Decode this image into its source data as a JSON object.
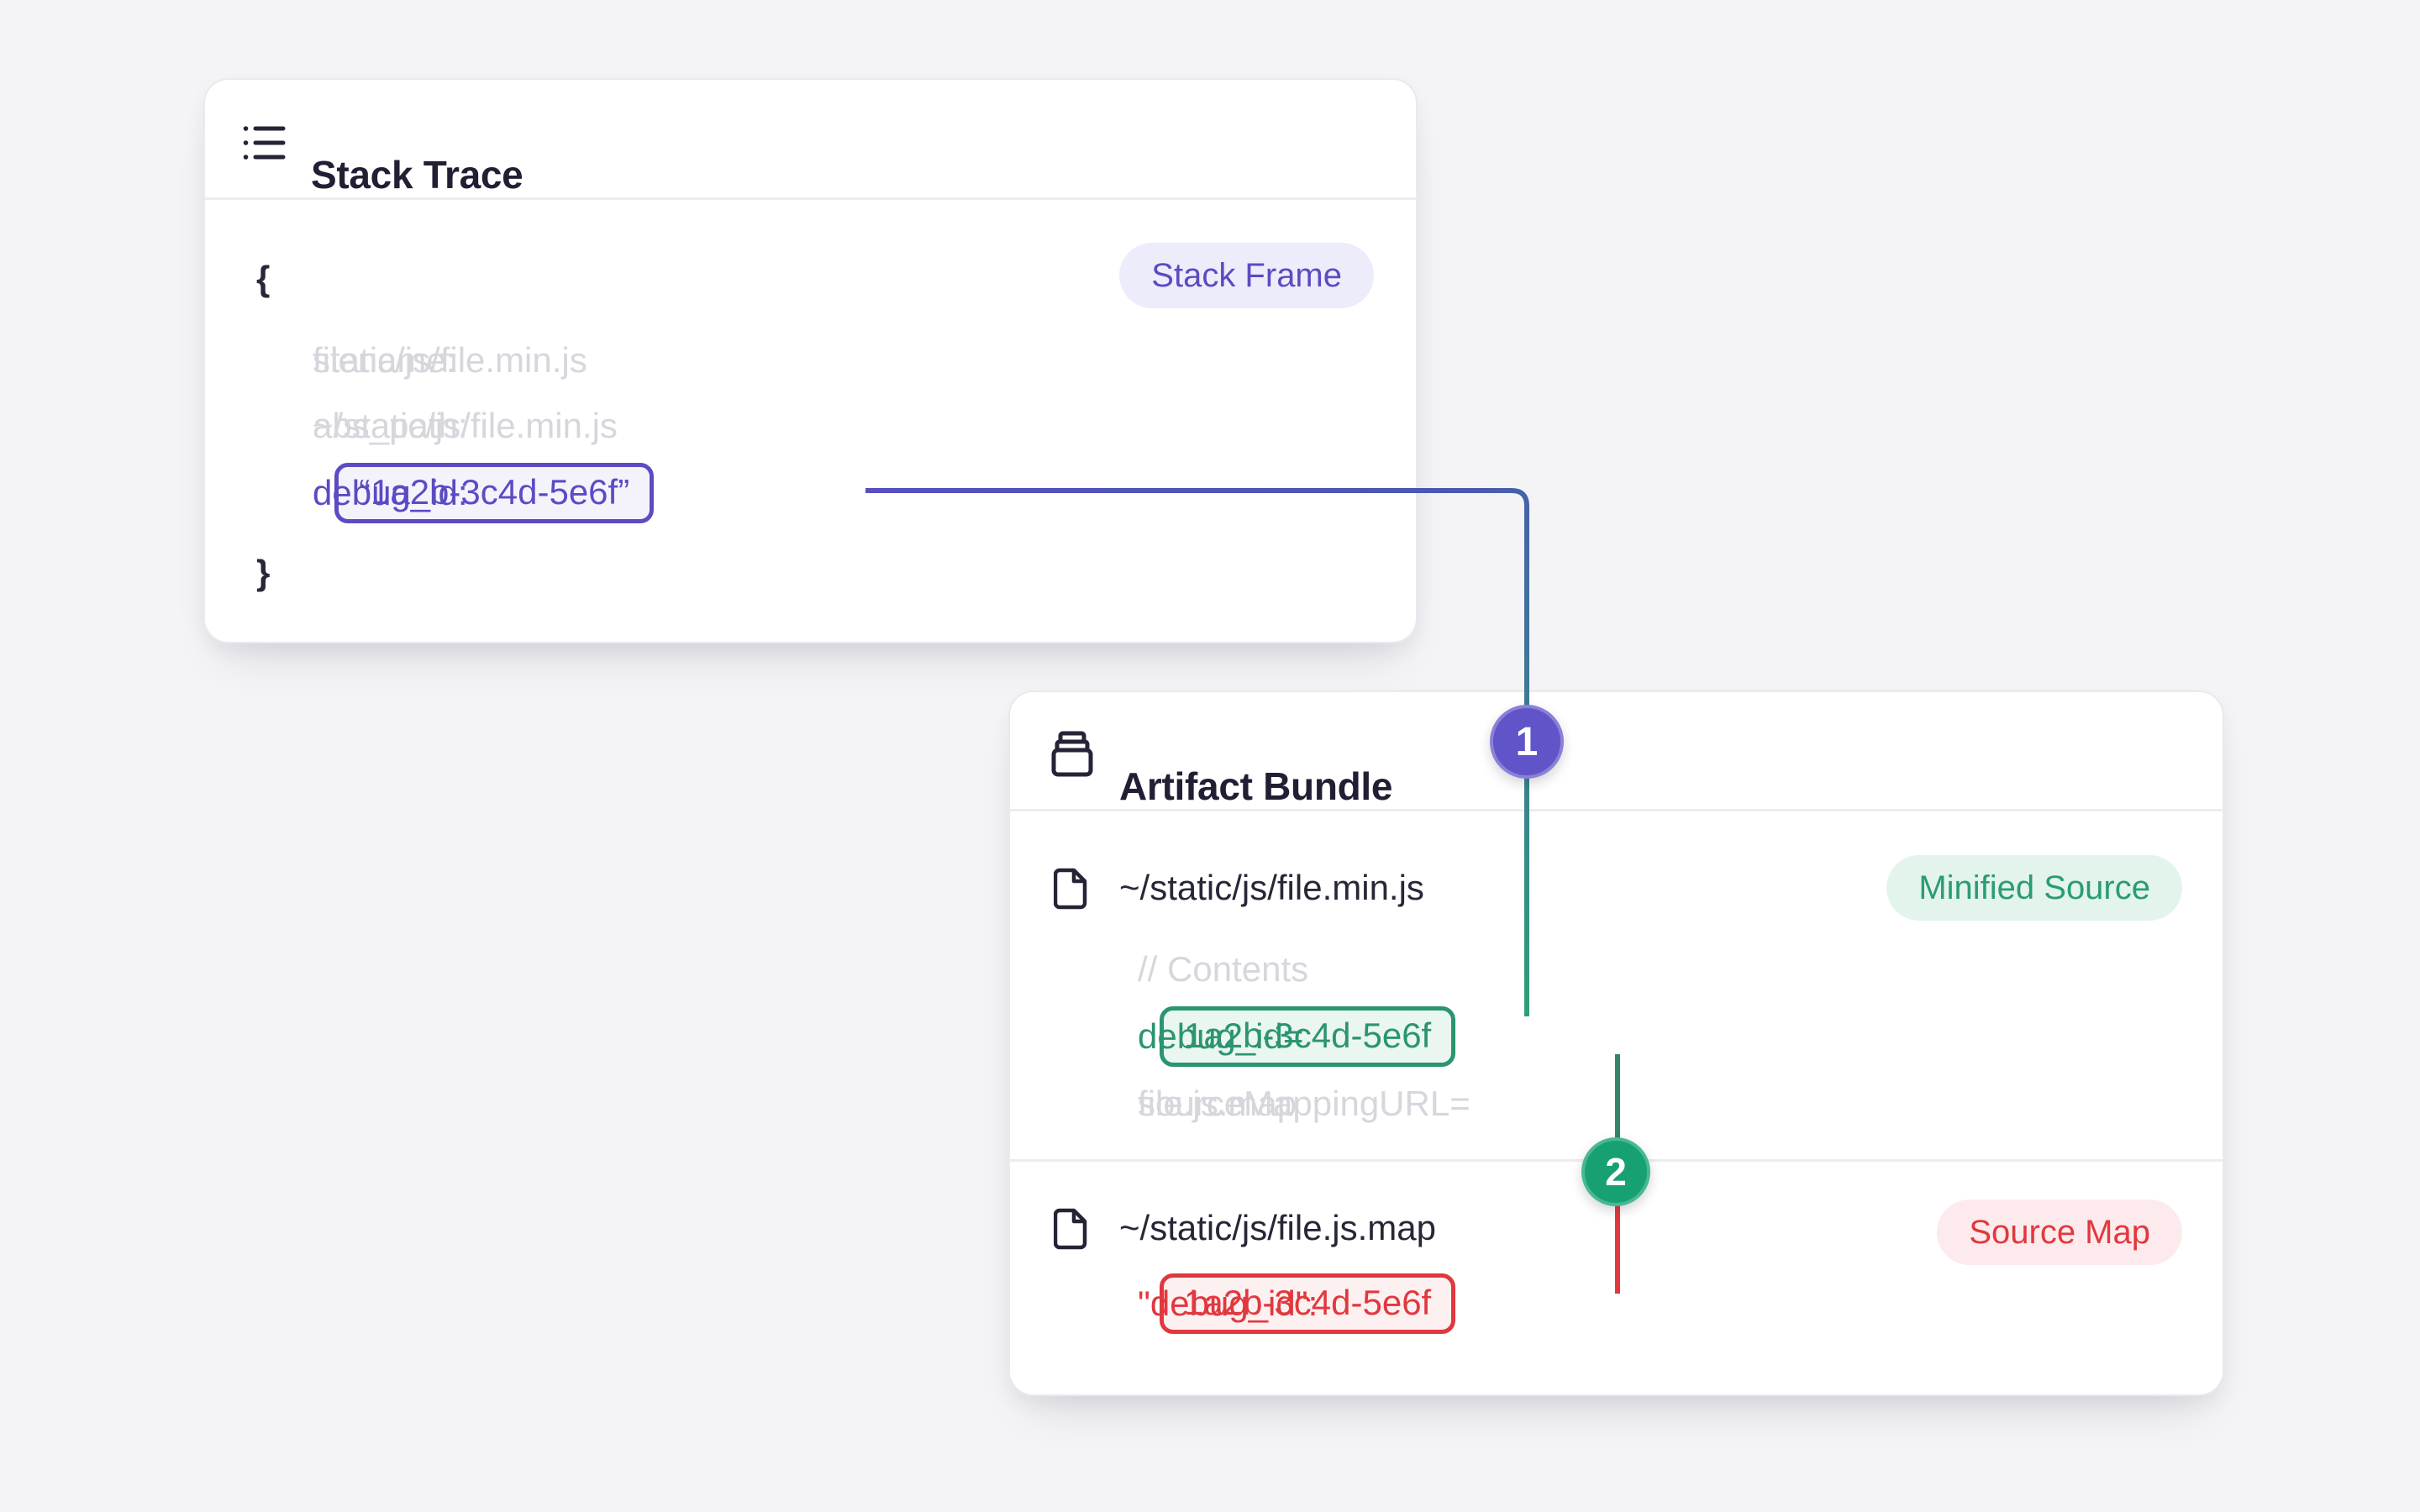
{
  "page": {
    "background": "#f4f4f6"
  },
  "colors": {
    "purple_accent": "#5a4bc2",
    "indigo_line": "#4a58b0",
    "green_accent": "#2a9570",
    "red_accent": "#e1383f",
    "step1_circle": "#6054c8",
    "step2_circle": "#17a173",
    "muted_text": "#d6d6dd",
    "dark_text": "#272337"
  },
  "stack_trace_card": {
    "title": "Stack Trace",
    "badge": "Stack Frame",
    "open_brace": "{",
    "close_brace": "}",
    "fields": [
      {
        "key": "filename:",
        "value": "static/js/file.min.js"
      },
      {
        "key": "abs_path:",
        "value": "~/static/js/file.min.js"
      }
    ],
    "debug_key": "debug_id:",
    "debug_value": "“1a2b-3c4d-5e6f”"
  },
  "artifact_bundle_card": {
    "title": "Artifact Bundle",
    "files": [
      {
        "path": "~/static/js/file.min.js",
        "badge": "Minified Source",
        "comment": "// Contents",
        "debug_key": "debug_id=",
        "debug_value": "1a2b-3c4d-5e6f",
        "mapping_key": "sourceMappingURL=",
        "mapping_value": "file.js.map"
      },
      {
        "path": "~/static/js/file.js.map",
        "badge": "Source Map",
        "debug_key": "\"debug_id\":",
        "debug_value": "1a2b-3c4d-5e6f"
      }
    ]
  },
  "connectors": {
    "steps": [
      {
        "label": "1"
      },
      {
        "label": "2"
      }
    ]
  }
}
